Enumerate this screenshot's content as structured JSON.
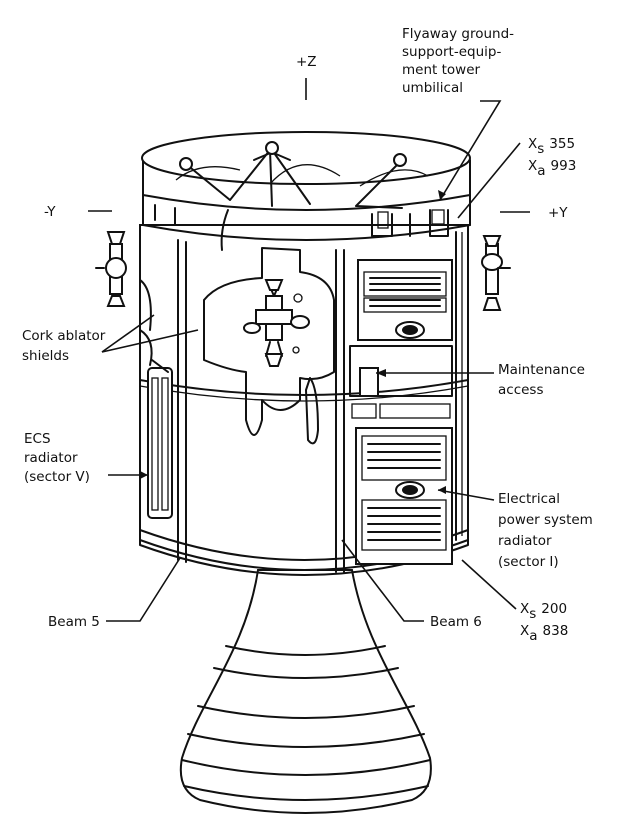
{
  "labels": {
    "plus_z": "+Z",
    "minus_y": "-Y",
    "plus_y": "+Y",
    "flyaway": [
      "Flyaway ground-",
      "support-equip-",
      "ment tower",
      "umbilical"
    ],
    "xs_top": {
      "letter": "X",
      "sub": "s",
      "value": "355"
    },
    "xa_top": {
      "letter": "X",
      "sub": "a",
      "value": "993"
    },
    "cork": [
      "Cork ablator",
      "shields"
    ],
    "maintenance": [
      "Maintenance",
      "access"
    ],
    "ecs": [
      "ECS",
      "radiator",
      "(sector V)"
    ],
    "electrical": [
      "Electrical",
      "power system",
      "radiator",
      "(sector I)"
    ],
    "beam5": "Beam 5",
    "beam6": "Beam 6",
    "xs_bottom": {
      "letter": "X",
      "sub": "s",
      "value": "200"
    },
    "xa_bottom": {
      "letter": "X",
      "sub": "a",
      "value": "838"
    }
  }
}
